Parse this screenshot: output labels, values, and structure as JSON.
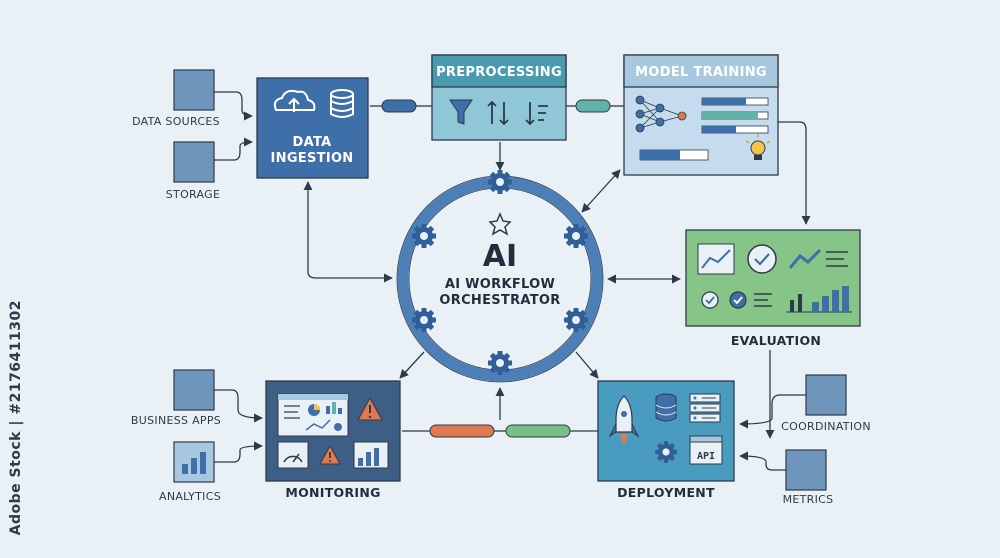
{
  "hub": {
    "symbol": "AI",
    "line1": "AI WORKFLOW",
    "line2": "ORCHESTRATOR"
  },
  "nodes": {
    "data_ingestion": {
      "line1": "DATA",
      "line2": "INGESTION"
    },
    "preprocessing": {
      "label": "PREPROCESSING"
    },
    "model_training": {
      "label": "MODEL TRAINING"
    },
    "evaluation": {
      "label": "EVALUATION"
    },
    "deployment": {
      "label": "DEPLOYMENT",
      "api_label": "API"
    },
    "monitoring": {
      "label": "MONITORING"
    }
  },
  "sources": {
    "data_sources": "DATA SOURCES",
    "storage": "STORAGE",
    "business_apps": "BUSINESS APPS",
    "analytics": "ANALYTICS",
    "coordination": "COORDINATION",
    "metrics": "METRICS"
  },
  "watermark": "Adobe Stock | #2176411302",
  "colors": {
    "ingestion": "#3f6fa8",
    "preprocessing": "#4a9bb0",
    "training": "#a8c8e0",
    "evaluation": "#86c487",
    "deployment": "#4a9bc0",
    "monitoring": "#3d5f85",
    "hub_ring": "#4c7fb8",
    "source_square": "#6f95bd",
    "connector_blue": "#3f6fa8",
    "connector_teal": "#5fb3a8",
    "connector_orange": "#e07850",
    "connector_green": "#78c08a"
  }
}
